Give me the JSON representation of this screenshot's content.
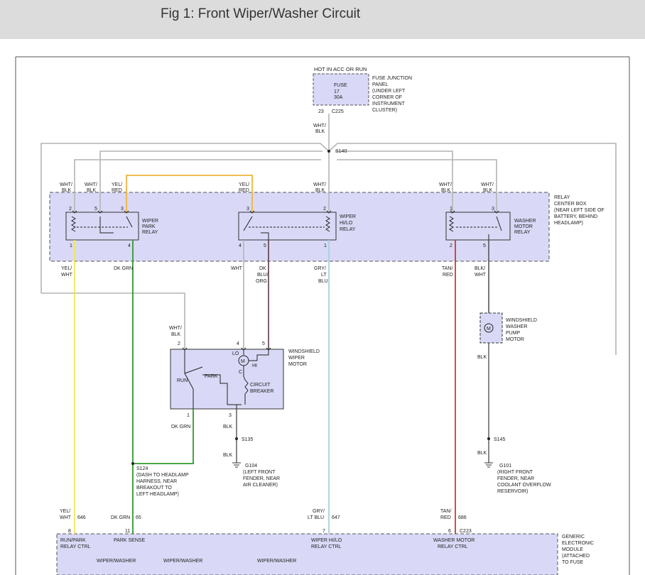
{
  "title": "Fig 1: Front Wiper/Washer Circuit",
  "colors": {
    "box_fill": "#d9d9f7",
    "wire_gray": "#b4b4b4",
    "wire_yellow": "#f0e65a",
    "wire_orange": "#f0b43c",
    "wire_green": "#2e9a2e",
    "wire_brown": "#5a3c46",
    "wire_lightblue": "#a8d0dc",
    "wire_red": "#c83c28",
    "wire_dark": "#555555"
  },
  "fuse": {
    "top": "HOT IN ACC OR RUN",
    "lines": [
      "FUSE",
      "17",
      "30A"
    ],
    "pin": "23",
    "conn": "C225",
    "desc": [
      "FUSE JUNCTION",
      "PANEL",
      "(UNDER LEFT",
      "CORNER OF",
      "INSTRUMENT",
      "CLUSTER)"
    ]
  },
  "wire_labels": [
    [
      "WHT/",
      "BLK"
    ],
    [
      "WHT/",
      "BLK"
    ],
    [
      "WHT/",
      "BLK"
    ],
    [
      "YEL/",
      "RED"
    ],
    [
      "YEL/",
      "RED"
    ],
    [
      "WHT/",
      "BLK"
    ],
    [
      "WHT/",
      "BLK"
    ],
    [
      "WHT/",
      "BLK"
    ],
    [
      "YEL/",
      "WHT"
    ],
    [
      "DK GRN"
    ],
    [
      "WHT"
    ],
    [
      "DK",
      "BLU/",
      "ORG"
    ],
    [
      "GRY/",
      "LT",
      "BLU"
    ],
    [
      "TAN/",
      "RED"
    ],
    [
      "BLK/",
      "WHT"
    ],
    [
      "WHT/",
      "BLK"
    ],
    [
      "BLK"
    ],
    [
      "DK GRN"
    ],
    [
      "BLK"
    ],
    [
      "BLK"
    ],
    [
      "BLK"
    ],
    [
      "YEL/",
      "WHT"
    ],
    [
      "DK GRN"
    ],
    [
      "GRY/",
      "LT BLU"
    ],
    [
      "TAN/",
      "RED"
    ],
    [
      "BLK"
    ]
  ],
  "splice_s140": "S140",
  "relay_box_desc": [
    "RELAY",
    "CENTER BOX",
    "(NEAR LEFT SIDE OF",
    "BATTERY, BEHIND",
    "HEADLAMP)"
  ],
  "relays": [
    {
      "name": [
        "WIPER",
        "PARK",
        "RELAY"
      ],
      "pins_top": [
        "2",
        "5",
        "3"
      ],
      "pins_bottom": [
        "1",
        "4"
      ]
    },
    {
      "name": [
        "WIPER",
        "HI/LO",
        "RELAY"
      ],
      "pins_top": [
        "3",
        "2"
      ],
      "pins_bottom": [
        "4",
        "5",
        "1"
      ]
    },
    {
      "name": [
        "WASHER",
        "MOTOR",
        "RELAY"
      ],
      "pins_top": [
        "1",
        "3"
      ],
      "pins_bottom": [
        "2",
        "5"
      ]
    }
  ],
  "wiper_motor": {
    "name": [
      "WINDSHIELD",
      "WIPER",
      "MOTOR"
    ],
    "pins_top": [
      "2",
      "4",
      "5"
    ],
    "pins_bottom": [
      "1",
      "3"
    ],
    "labels": {
      "lo": "LO",
      "hi": "HI",
      "c": "C",
      "m": "M",
      "run": "RUN",
      "park": "PARK",
      "cb": [
        "CIRCUIT",
        "BREAKER"
      ]
    }
  },
  "washer_pump": {
    "name": [
      "WINDSHIELD",
      "WASHER",
      "PUMP",
      "MOTOR"
    ],
    "m": "M"
  },
  "splices": {
    "s135": "S135",
    "s145": "S145",
    "s124": [
      "S124",
      "(DASH TO HEADLAMP",
      "HARNESS, NEAR",
      "BREAKOUT TO",
      "LEFT HEADLAMP)"
    ]
  },
  "grounds": {
    "g104": [
      "G104",
      "(LEFT FRONT",
      "FENDER, NEAR",
      "AIR CLEANER)"
    ],
    "g101": [
      "G101",
      "(RIGHT FRONT",
      "FENDER, NEAR",
      "COOLANT OVERFLOW",
      "RESERVOIR)"
    ]
  },
  "circuits": [
    "646",
    "65",
    "647",
    "686"
  ],
  "gem": {
    "pins": [
      "8",
      "11",
      "7",
      "6"
    ],
    "conn": "C223",
    "labels": [
      [
        "RUN/PARK",
        "RELAY CTRL"
      ],
      [
        "PARK SENSE"
      ],
      [
        "WIPER HI/LO",
        "RELAY CTRL"
      ],
      [
        "WASHER MOTOR",
        "RELAY CTRL"
      ]
    ],
    "desc": [
      "GENERIC",
      "ELECTRONIC",
      "MODULE",
      "(ATTACHED",
      "TO FUSE"
    ],
    "cut_labels": [
      "WIPER/WASHER",
      "WIPER/WASHER",
      "WIPER/WASHER"
    ]
  }
}
